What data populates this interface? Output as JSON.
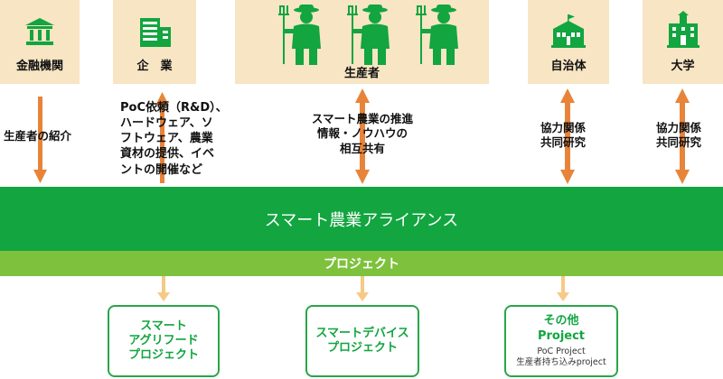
{
  "top_entities": {
    "finance": {
      "label": "金融機関",
      "icon": "bank-icon"
    },
    "company": {
      "label": "企　業",
      "icon": "office-building-icon"
    },
    "producer": {
      "label": "生産者",
      "icon": "farmer-icon"
    },
    "municipality": {
      "label": "自治体",
      "icon": "town-hall-icon"
    },
    "university": {
      "label": "大学",
      "icon": "university-icon"
    }
  },
  "relations": {
    "finance": [
      "生産者の紹介"
    ],
    "company": [
      "PoC依頼（R&D）、",
      "ハードウェア、ソ",
      "フトウェア、農業",
      "資材の提供、イベ",
      "ントの開催など"
    ],
    "producer": [
      "スマート農業の推進",
      "情報・ノウハウの",
      "相互共有"
    ],
    "municipality": [
      "協力関係",
      "共同研究"
    ],
    "university": [
      "協力関係",
      "共同研究"
    ]
  },
  "alliance": {
    "label": "スマート農業アライアンス"
  },
  "project_band": {
    "label": "プロジェクト"
  },
  "projects": [
    {
      "lines": [
        "スマート",
        "アグリフード",
        "プロジェクト"
      ]
    },
    {
      "lines": [
        "スマートデバイス",
        "プロジェクト"
      ]
    },
    {
      "lines": [
        "その他",
        "Project"
      ],
      "sub": [
        "PoC Project",
        "生産者持ち込みproject"
      ]
    }
  ],
  "colors": {
    "tile_bg": "#f7e5c3",
    "icon_green": "#12a540",
    "alliance_green": "#12a540",
    "project_green": "#7ec13c",
    "arrow_orange": "#e8843a",
    "arrow_light_orange": "#f6c987"
  }
}
